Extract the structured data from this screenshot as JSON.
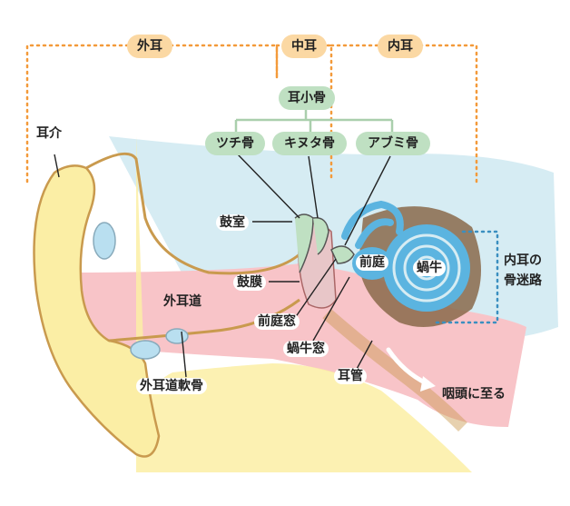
{
  "sections": {
    "outer": "外耳",
    "middle": "中耳",
    "inner": "内耳"
  },
  "ossicles": {
    "title": "耳小骨",
    "malleus": "ツチ骨",
    "incus": "キヌタ骨",
    "stapes": "アブミ骨"
  },
  "labels": {
    "pinna": "耳介",
    "tympanic_cavity": "鼓室",
    "eardrum": "鼓膜",
    "ear_canal": "外耳道",
    "oval_window": "前庭窓",
    "round_window": "蝸牛窓",
    "canal_cartilage": "外耳道軟骨",
    "eustachian_tube": "耳管",
    "vestibule": "前庭",
    "cochlea": "蝸牛",
    "labyrinth_line1": "内耳の",
    "labyrinth_line2": "骨迷路",
    "to_pharynx": "咽頭に至る"
  },
  "colors": {
    "skin": "#fbeea5",
    "skin_outline": "#c99a4e",
    "bone": "#d6ecf3",
    "flesh": "#f8c4c8",
    "inner_blue": "#5bb4e0",
    "brown": "#8a6a4a",
    "green": "#bfe0c2",
    "orange": "#fbd8a3",
    "dotted_orange": "#f39a3a",
    "dotted_blue": "#3a8fc0"
  }
}
